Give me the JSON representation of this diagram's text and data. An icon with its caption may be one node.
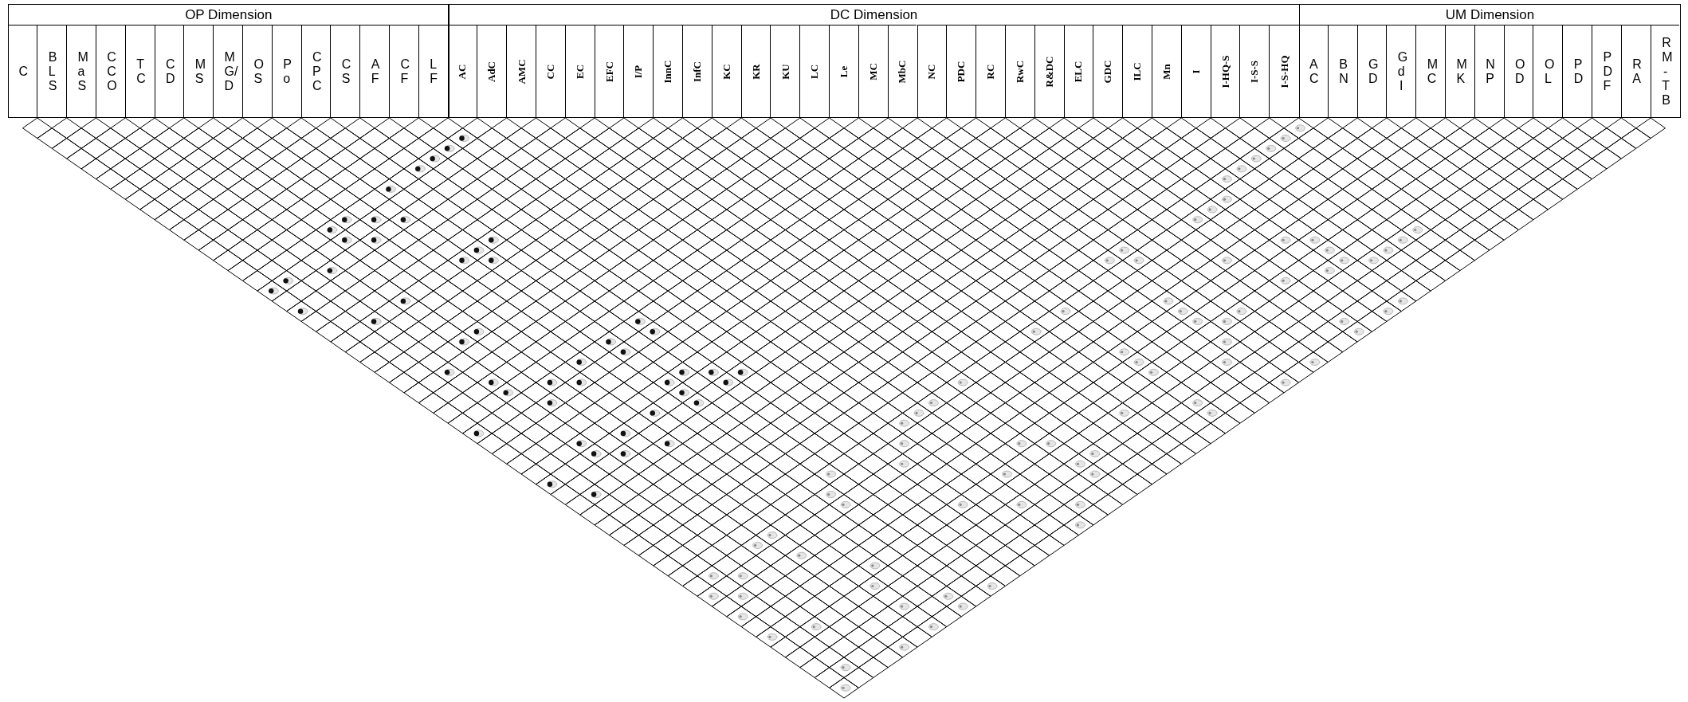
{
  "diagram": {
    "nodes": [
      {
        "text": [
          "OP Dimension"
        ]
      },
      {
        "text": [
          "C"
        ],
        "in": 0
      },
      {
        "text": [
          "BLS"
        ],
        "in": 0
      },
      {
        "text": [
          "MaS"
        ],
        "in": 0
      },
      {
        "text": [
          "CCO"
        ],
        "in": 0
      },
      {
        "text": [
          "TC"
        ],
        "in": 0
      },
      {
        "text": [
          "CD"
        ],
        "in": 0
      },
      {
        "text": [
          "MS"
        ],
        "in": 0
      },
      {
        "text": [
          "MG/D"
        ],
        "in": 0
      },
      {
        "text": [
          "OS"
        ],
        "in": 0
      },
      {
        "text": [
          "Po"
        ],
        "in": 0
      },
      {
        "text": [
          "CPC"
        ],
        "in": 0
      },
      {
        "text": [
          "CS"
        ],
        "in": 0
      },
      {
        "text": [
          "AF"
        ],
        "in": 0
      },
      {
        "text": [
          "CF"
        ],
        "in": 0
      },
      {
        "text": [
          "LF"
        ],
        "in": 0
      },
      {
        "text": [
          "DC Dimension"
        ]
      },
      {
        "text": [
          "AC"
        ],
        "in": 16
      },
      {
        "text": [
          "AdC"
        ],
        "in": 16
      },
      {
        "text": [
          "AMC"
        ],
        "in": 16
      },
      {
        "text": [
          "CC"
        ],
        "in": 16
      },
      {
        "text": [
          "EC"
        ],
        "in": 16
      },
      {
        "text": [
          "EFC"
        ],
        "in": 16
      },
      {
        "text": [
          "I/P"
        ],
        "in": 16
      },
      {
        "text": [
          "InnC"
        ],
        "in": 16
      },
      {
        "text": [
          "InfC"
        ],
        "in": 16
      },
      {
        "text": [
          "KC"
        ],
        "in": 16
      },
      {
        "text": [
          "KR"
        ],
        "in": 16
      },
      {
        "text": [
          "KU"
        ],
        "in": 16
      },
      {
        "text": [
          "LC"
        ],
        "in": 16
      },
      {
        "text": [
          "Le"
        ],
        "in": 16
      },
      {
        "text": [
          "MC"
        ],
        "in": 16
      },
      {
        "text": [
          "MbC"
        ],
        "in": 16
      },
      {
        "text": [
          "NC"
        ],
        "in": 16
      },
      {
        "text": [
          "PDC"
        ],
        "in": 16
      },
      {
        "text": [
          "RC"
        ],
        "in": 16
      },
      {
        "text": [
          "RwC"
        ],
        "in": 16
      },
      {
        "text": [
          "R&DC"
        ],
        "in": 16
      },
      {
        "text": [
          "ELC"
        ],
        "in": 16
      },
      {
        "text": [
          "GDC"
        ],
        "in": 16
      },
      {
        "text": [
          "ILC"
        ],
        "in": 16
      },
      {
        "text": [
          "Mn"
        ],
        "in": 16
      },
      {
        "text": [
          "I"
        ],
        "in": 16
      },
      {
        "text": [
          "I-HQ-S"
        ],
        "in": 16
      },
      {
        "text": [
          "I-S-S"
        ],
        "in": 16
      },
      {
        "text": [
          "I-S-HQ"
        ],
        "in": 16
      },
      {
        "text": [
          "UM Dimension"
        ]
      },
      {
        "text": [
          "AC"
        ],
        "in": 46
      },
      {
        "text": [
          "BN"
        ],
        "in": 46
      },
      {
        "text": [
          "GD"
        ],
        "in": 46
      },
      {
        "text": [
          "GdI"
        ],
        "in": 46
      },
      {
        "text": [
          "MC"
        ],
        "in": 46
      },
      {
        "text": [
          "MK"
        ],
        "in": 46
      },
      {
        "text": [
          "NP"
        ],
        "in": 46
      },
      {
        "text": [
          "OD"
        ],
        "in": 46
      },
      {
        "text": [
          "OL"
        ],
        "in": 46
      },
      {
        "text": [
          "PD"
        ],
        "in": 46
      },
      {
        "text": [
          "PDF"
        ],
        "in": 46
      },
      {
        "text": [
          "RA"
        ],
        "in": 46
      },
      {
        "text": [
          "RM-TB"
        ],
        "in": 46
      }
    ]
  }
}
